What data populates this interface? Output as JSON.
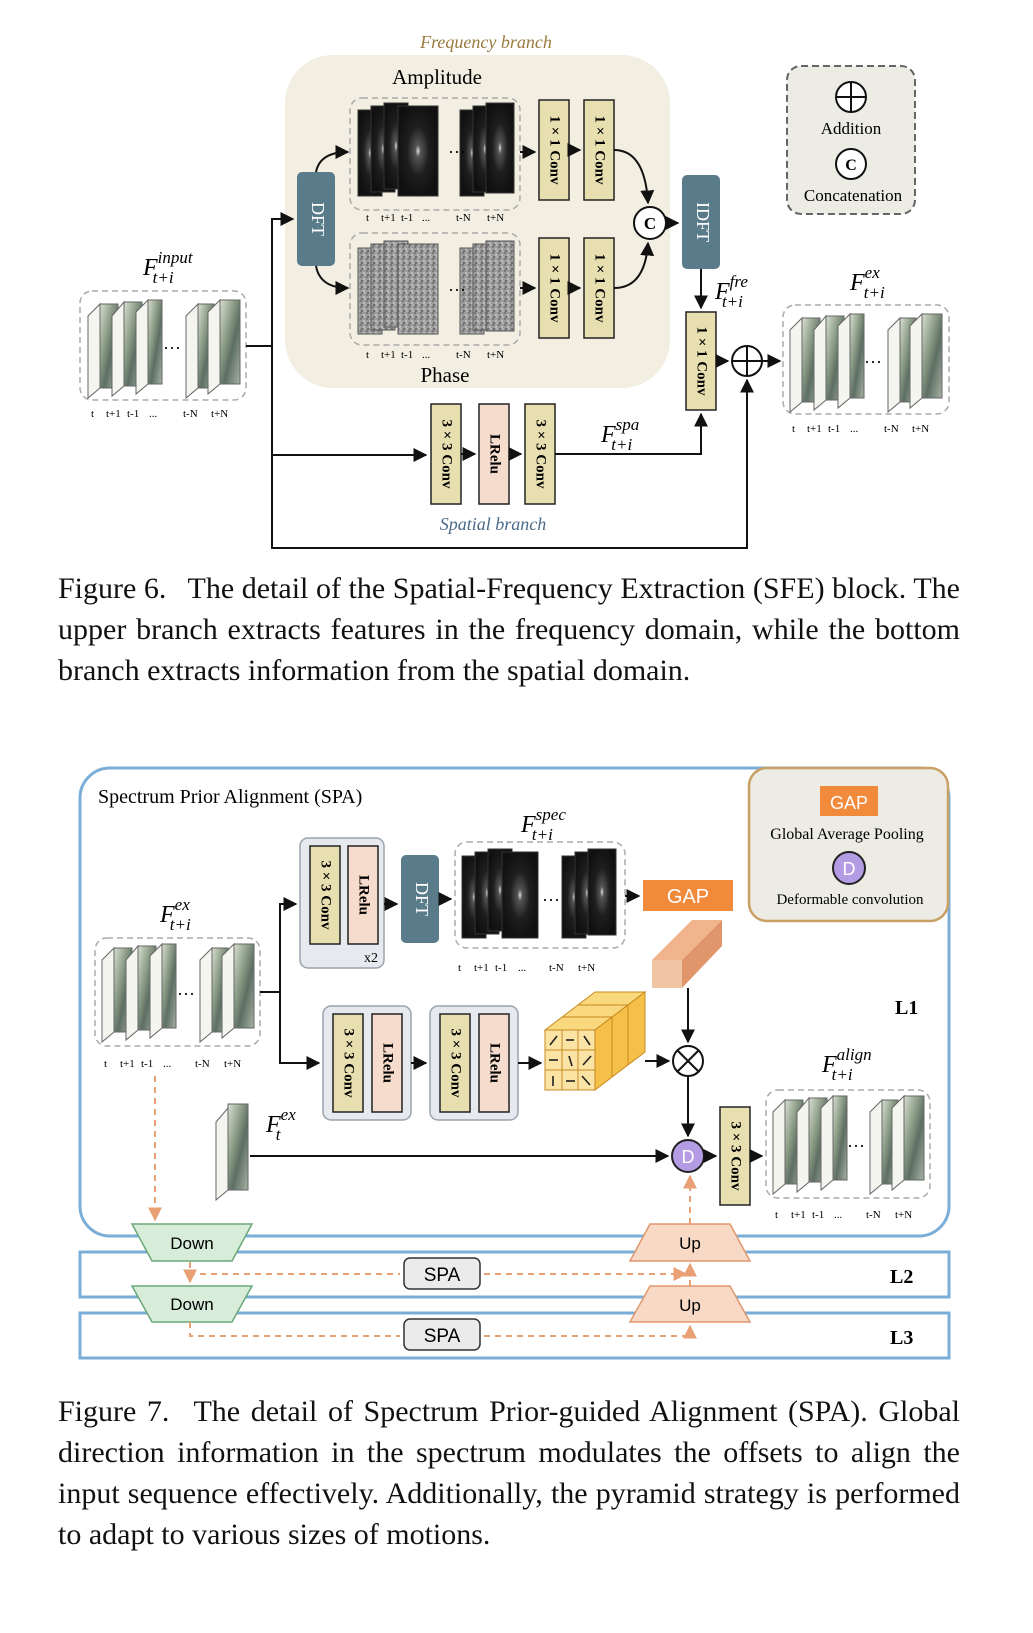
{
  "figure6": {
    "branch_frequency": "Frequency branch",
    "branch_spatial": "Spatial branch",
    "amplitude": "Amplitude",
    "phase": "Phase",
    "dft": "DFT",
    "idft": "IDFT",
    "conv1x1": "1 × 1 Conv",
    "conv3x3": "3 × 3 Conv",
    "lrelu": "LRelu",
    "legend": {
      "addition": "Addition",
      "concatenation": "Concatenation"
    },
    "concat_symbol": "C",
    "F": "F",
    "sub_ti": "t+i",
    "sup_input": "input",
    "sup_fre": "fre",
    "sup_spa": "spa",
    "sup_ex": "ex",
    "seq_labels": [
      "t",
      "t+1",
      "t-1",
      "...",
      "t-N",
      "t+N"
    ],
    "caption_num": "Figure 6.",
    "caption_text": "The detail of the Spatial-Frequency Extraction (SFE) block. The upper branch extracts features in the frequency domain, while the bottom branch extracts information from the spatial domain."
  },
  "figure7": {
    "title": "Spectrum Prior Alignment (SPA)",
    "gap": "GAP",
    "gap_full": "Global Average Pooling",
    "deform_symbol": "D",
    "deform_full": "Deformable convolution",
    "conv3x3": "3 × 3 Conv",
    "lrelu": "LRelu",
    "dft": "DFT",
    "x2": "x2",
    "down": "Down",
    "up": "Up",
    "spa": "SPA",
    "levels": [
      "L1",
      "L2",
      "L3"
    ],
    "F": "F",
    "sub_ti": "t+i",
    "sub_t": "t",
    "sup_ex": "ex",
    "sup_spec": "spec",
    "sup_align": "align",
    "seq_labels": [
      "t",
      "t+1",
      "t-1",
      "...",
      "t-N",
      "t+N"
    ],
    "caption_num": "Figure 7.",
    "caption_text": "The detail of Spectrum Prior-guided Alignment (SPA). Global direction information in the spectrum modulates the offsets to align the input sequence effectively. Additionally, the pyramid strategy is performed to adapt to various sizes of motions."
  },
  "colors": {
    "conv_fill": "#e8dfb0",
    "lrelu_fill": "#f6dccd",
    "dft_fill": "#5a7c8a",
    "freq_bg": "#f2efe2",
    "gap_fill": "#f28a3c",
    "deform_fill": "#b49ce4",
    "spa_border": "#7aaed8",
    "down_fill": "#d7ecd9",
    "up_fill": "#f7d9c6",
    "dashed_orange": "#e8a074"
  }
}
